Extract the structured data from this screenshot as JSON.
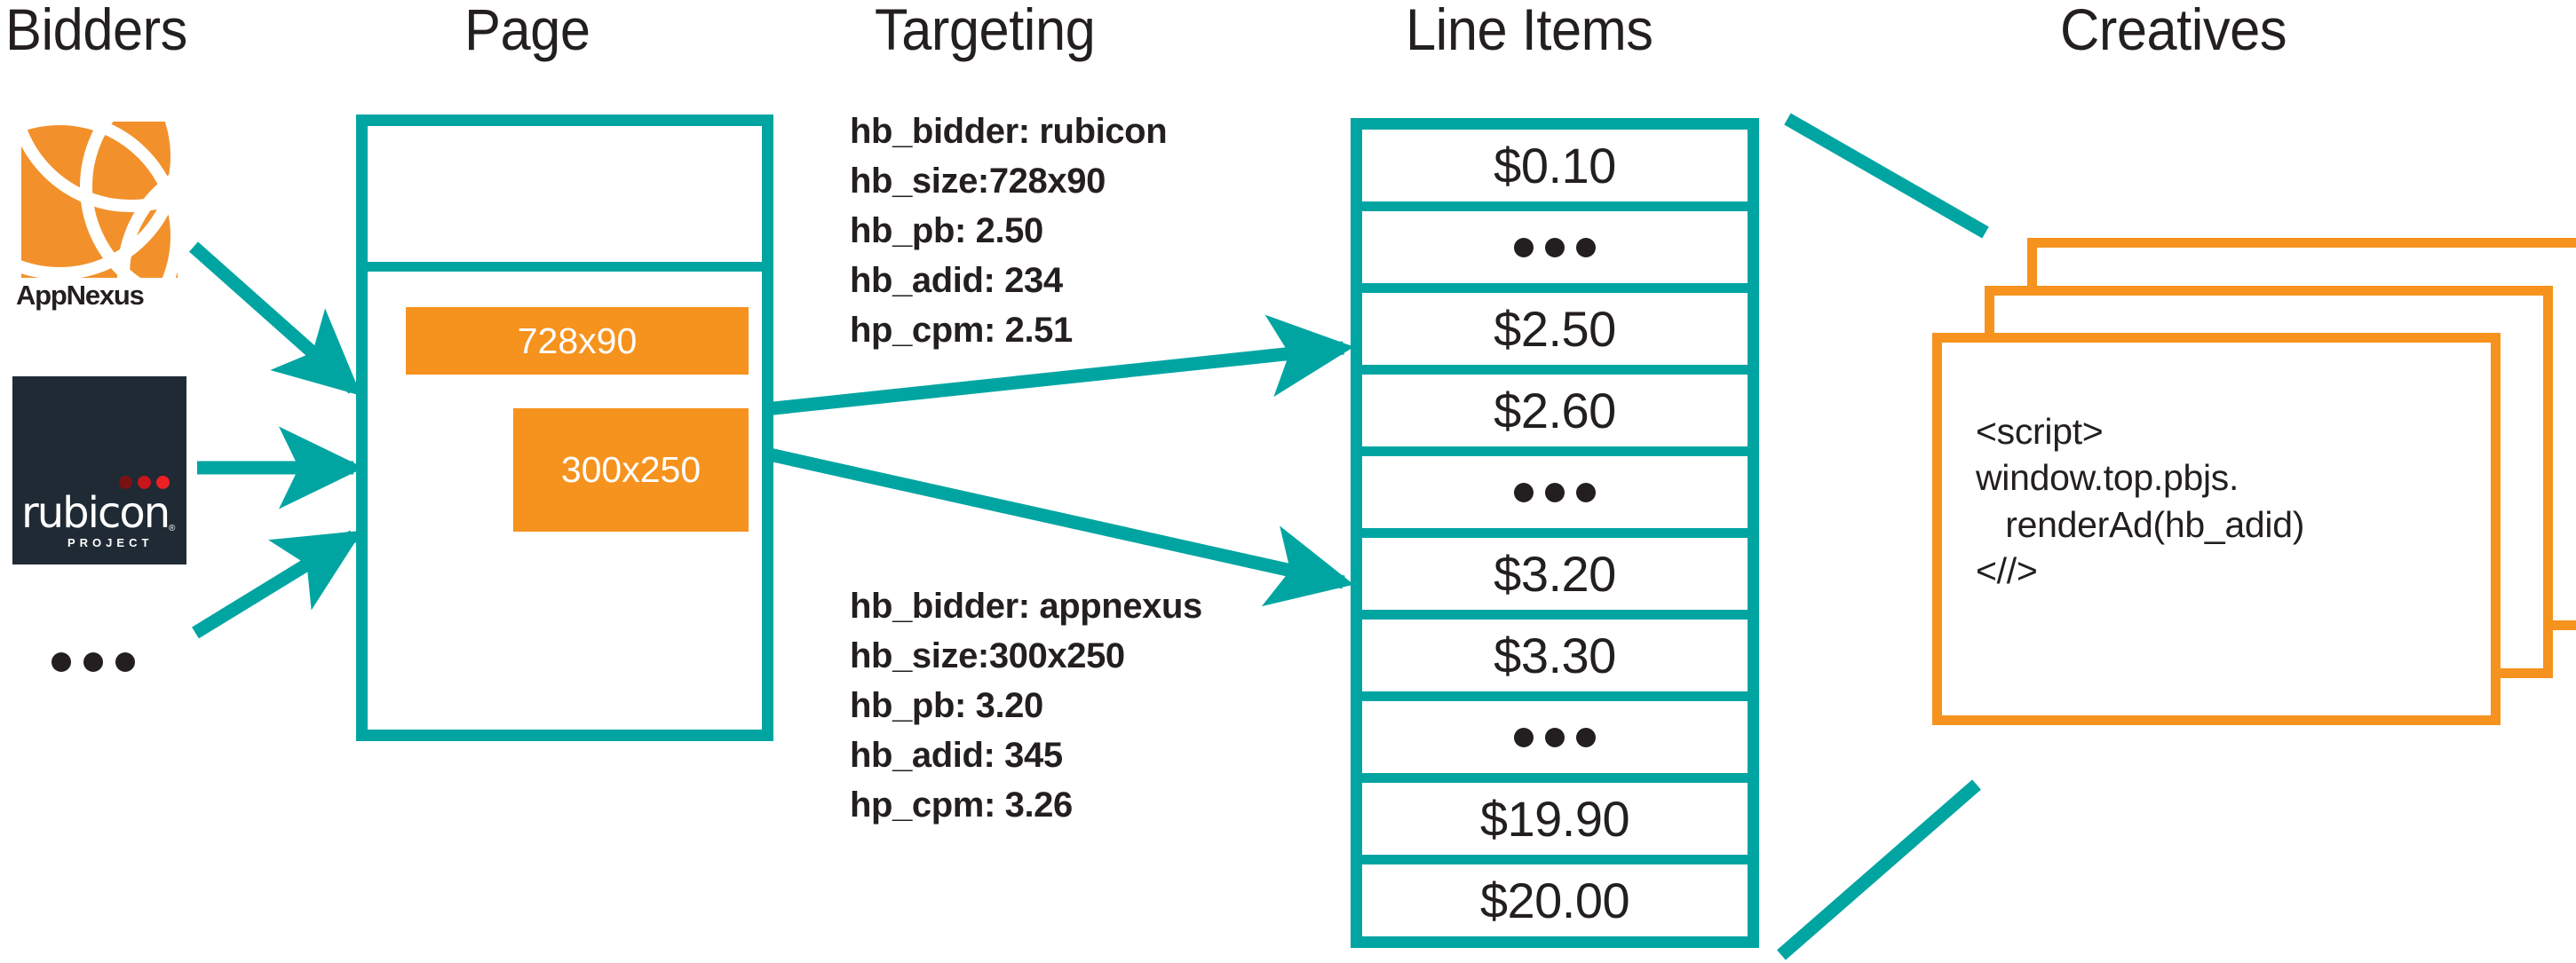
{
  "columns": {
    "bidders": "Bidders",
    "page": "Page",
    "targeting": "Targeting",
    "line_items": "Line Items",
    "creatives": "Creatives"
  },
  "colors": {
    "teal": "#00a5a2",
    "orange": "#f6921e",
    "appnexus_orange": "#f2912b",
    "rubicon_navy": "#1f2a34",
    "text": "#231f20",
    "white": "#ffffff"
  },
  "bidders": {
    "appnexus": {
      "name": "AppNexus",
      "wordmark": "AppNexus"
    },
    "rubicon": {
      "name": "rubicon",
      "wordmark": "rubicon",
      "tagline": "PROJECT",
      "registered": "®"
    },
    "more": "•••"
  },
  "page": {
    "ad_slots": [
      {
        "label": "728x90"
      },
      {
        "label": "300x250"
      }
    ]
  },
  "targeting": [
    {
      "lines": [
        "hb_bidder: rubicon",
        "hb_size:728x90",
        "hb_pb: 2.50",
        "hb_adid: 234",
        "hp_cpm: 2.51"
      ]
    },
    {
      "lines": [
        "hb_bidder: appnexus",
        "hb_size:300x250",
        "hb_pb: 3.20",
        "hb_adid: 345",
        "hp_cpm: 3.26"
      ]
    }
  ],
  "line_items": [
    {
      "label": "$0.10",
      "ellipsis": false
    },
    {
      "label": "•••",
      "ellipsis": true
    },
    {
      "label": "$2.50",
      "ellipsis": false
    },
    {
      "label": "$2.60",
      "ellipsis": false
    },
    {
      "label": "•••",
      "ellipsis": true
    },
    {
      "label": "$3.20",
      "ellipsis": false
    },
    {
      "label": "$3.30",
      "ellipsis": false
    },
    {
      "label": "•••",
      "ellipsis": true
    },
    {
      "label": "$19.90",
      "ellipsis": false
    },
    {
      "label": "$20.00",
      "ellipsis": false
    }
  ],
  "creatives": {
    "card_count": 3,
    "code": "<script>\nwindow.top.pbjs.\n   renderAd(hb_adid)\n<//>"
  }
}
